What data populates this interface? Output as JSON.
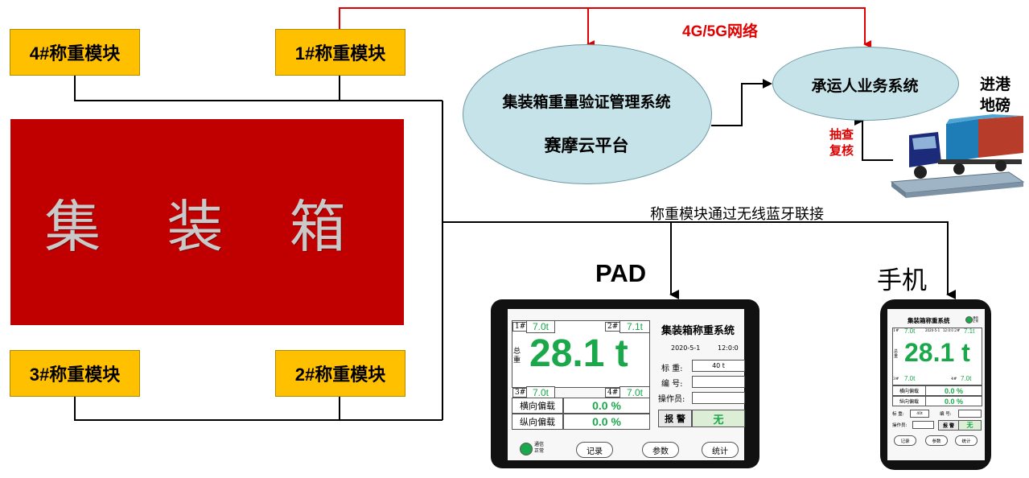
{
  "modules": {
    "m4": "4#称重模块",
    "m1": "1#称重模块",
    "m3": "3#称重模块",
    "m2": "2#称重模块"
  },
  "container_label": "集 装 箱",
  "cloud": {
    "title": "集装箱重量验证管理系统",
    "subtitle": "赛摩云平台"
  },
  "carrier_system": "承运人业务系统",
  "network_label": "4G/5G网络",
  "port_scale": "进港\n地磅",
  "spot_check": "抽查\n复核",
  "wireless_label": "称重模块通过无线蓝牙联接",
  "devices": {
    "pad_label": "PAD",
    "phone_label": "手机"
  },
  "app": {
    "title": "集装箱称重系统",
    "date": "2020-5-1",
    "time": "12:0:0",
    "corner1_id": "1#",
    "corner1_val": "7.0t",
    "corner2_id": "2#",
    "corner2_val": "7.1t",
    "corner3_id": "3#",
    "corner3_val": "7.0t",
    "corner4_id": "4#",
    "corner4_val": "7.0t",
    "total_label": "总\n重",
    "total_weight": "28.1 t",
    "lateral_label": "横向偏载",
    "lateral_val": "0.0 %",
    "longitudinal_label": "纵向偏载",
    "longitudinal_val": "0.0 %",
    "field_weight_label": "标 重:",
    "field_weight_val": "40 t",
    "field_weight_val_phone": "40t",
    "field_number_label": "编 号:",
    "field_operator_label": "操作员:",
    "alarm_label": "报 警",
    "alarm_val": "无",
    "status_text": "通信\n正常",
    "btn_record": "记录",
    "btn_params": "参数",
    "btn_stats": "统计",
    "status_color": "#1aa84b"
  },
  "colors": {
    "module": "#ffc000",
    "container": "#c00000",
    "ellipse": "#c5e3e8",
    "network_line": "#e00000",
    "value_green": "#1aa84b"
  }
}
